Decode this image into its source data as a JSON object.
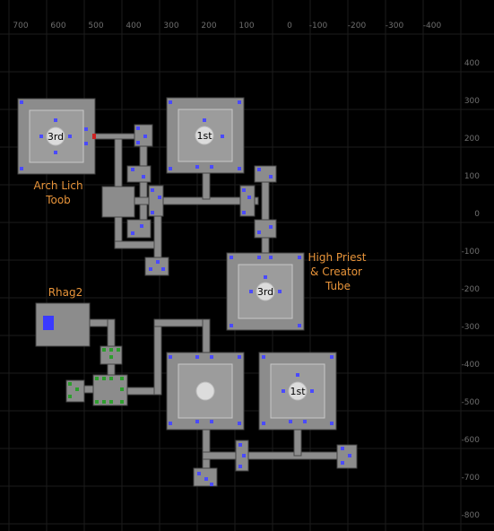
{
  "x_axis_labels": [
    "700",
    "600",
    "500",
    "400",
    "300",
    "200",
    "100",
    "0",
    "-100",
    "-200",
    "-300",
    "-400"
  ],
  "y_axis_labels": [
    "400",
    "300",
    "200",
    "100",
    "0",
    "-100",
    "-200",
    "-300",
    "-400",
    "-500",
    "-600",
    "-700",
    "-800"
  ],
  "room_labels": {
    "room_a": "3rd",
    "room_b": "1st",
    "room_c": "3rd",
    "room_d": "1st"
  },
  "area_labels": {
    "arch_lich_line1": "Arch Lich",
    "arch_lich_line2": "Toob",
    "high_priest_line1": "High Priest",
    "high_priest_line2": "& Creator",
    "high_priest_line3": "Tube",
    "rhag": "Rhag2"
  },
  "colors": {
    "background": "#000000",
    "grid": "#1a1a1a",
    "room_fill": "#8c8c8c",
    "room_inner": "#9a9a9a",
    "corridor": "#8c8c8c",
    "door_blue": "#4a4aff",
    "door_green": "#2e9e2e",
    "door_red": "#cc2222",
    "label_orange": "#e8943a",
    "axis_text": "#6e6e6e",
    "player_marker": "#3a3aff"
  }
}
